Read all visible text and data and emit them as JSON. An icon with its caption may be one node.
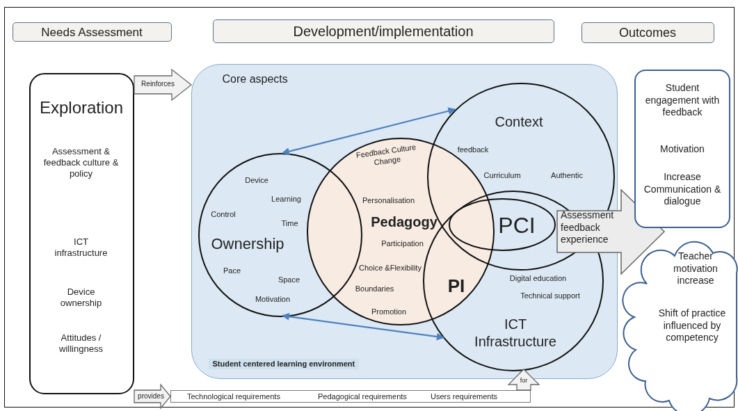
{
  "diagram": {
    "nodes": [
      {
        "text": [
          "Needs Assessment"
        ]
      },
      {
        "text": [
          "Development/implementation"
        ]
      },
      {
        "text": [
          "Outcomes"
        ]
      },
      {
        "text": [
          "Exploration",
          "Assessment & feedback culture & policy",
          "ICT infrastructure",
          "Device ownership",
          "Attitudes / willingness"
        ]
      },
      {
        "text": [
          "Core aspects",
          "Student centered learning environment"
        ]
      },
      {
        "text": [
          "Ownership",
          "Device",
          "Learning",
          "Control",
          "Time",
          "Pace",
          "Space",
          "Motivation"
        ],
        "in": 4
      },
      {
        "text": [
          "Feedback Culture Change",
          "Personalisation",
          "Pedagogy",
          "Participation",
          "Choice &Flexibility",
          "Boundaries",
          "Promotion"
        ],
        "in": 4
      },
      {
        "text": [
          "Context",
          "feedback",
          "Curriculum",
          "Authentic"
        ],
        "in": 4
      },
      {
        "text": [
          "Digital education",
          "Technical support",
          "ICT Infrastructure"
        ],
        "in": 4
      },
      {
        "text": [
          "PCI"
        ]
      },
      {
        "text": [
          "Assessment feedback experience"
        ]
      },
      {
        "text": [
          "Student engagement with feedback",
          "Motivation",
          "Increase Communication & dialogue"
        ]
      },
      {
        "text": [
          "Teacher motivation increase",
          "Shift of practice influenced by competency"
        ]
      },
      {
        "text": [
          "Technological requirements",
          "Pedagogical requirements",
          "Users requirements"
        ]
      }
    ],
    "edges": [
      {
        "from": 3,
        "to": 4,
        "arrow": "to",
        "label": "Reinforces",
        "style": "thick"
      },
      {
        "from": 5,
        "to": 7,
        "arrow": "both",
        "color": "#4f81bd"
      },
      {
        "from": 5,
        "to": 8,
        "arrow": "both",
        "color": "#4f81bd"
      },
      {
        "from": 3,
        "to": 13,
        "arrow": "to",
        "label": "provides",
        "style": "thick"
      },
      {
        "from": 13,
        "to": 8,
        "arrow": "to",
        "label": "for",
        "style": "thick"
      }
    ],
    "labels": [
      "PI"
    ]
  }
}
